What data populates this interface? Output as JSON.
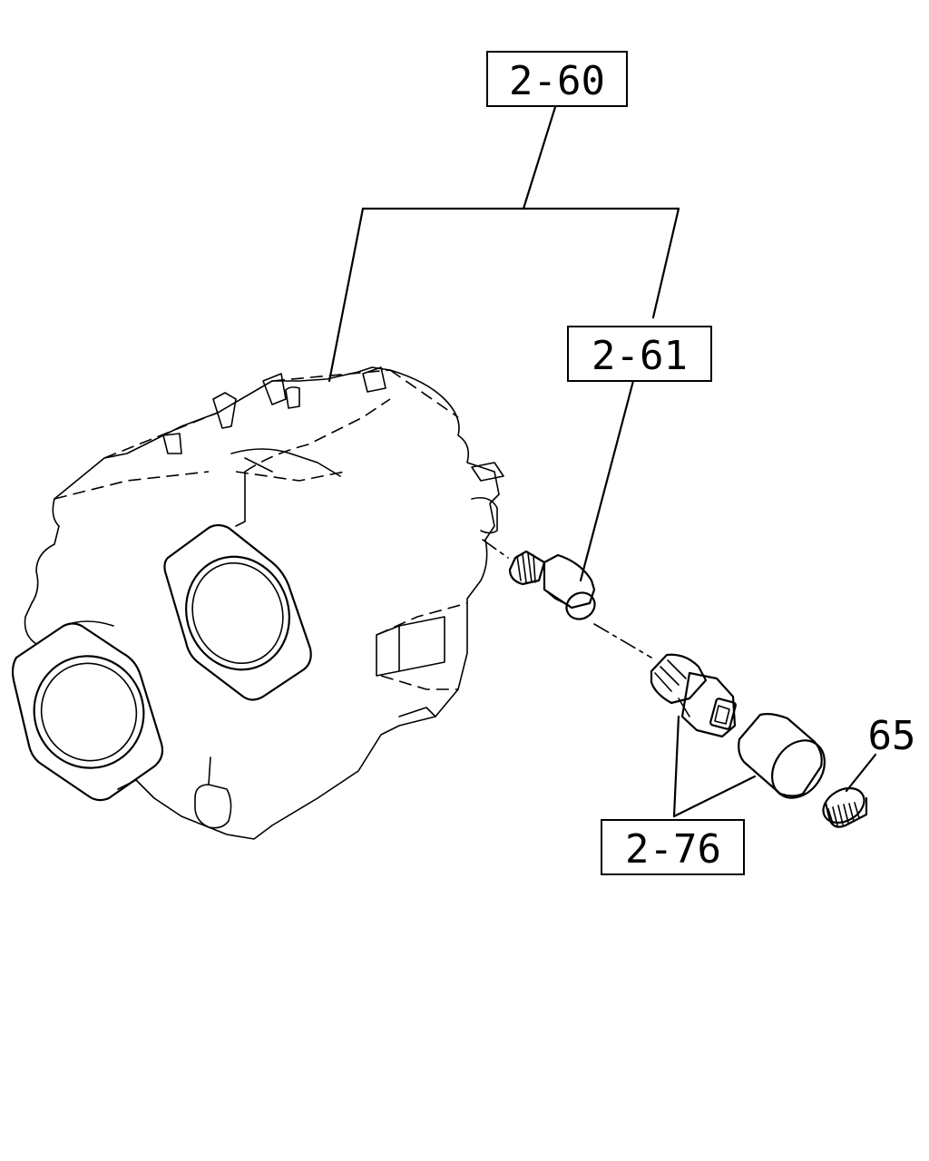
{
  "callouts": {
    "ref_2_60": "2-60",
    "ref_2_61": "2-61",
    "ref_2_76": "2-76",
    "part_65": "65"
  }
}
